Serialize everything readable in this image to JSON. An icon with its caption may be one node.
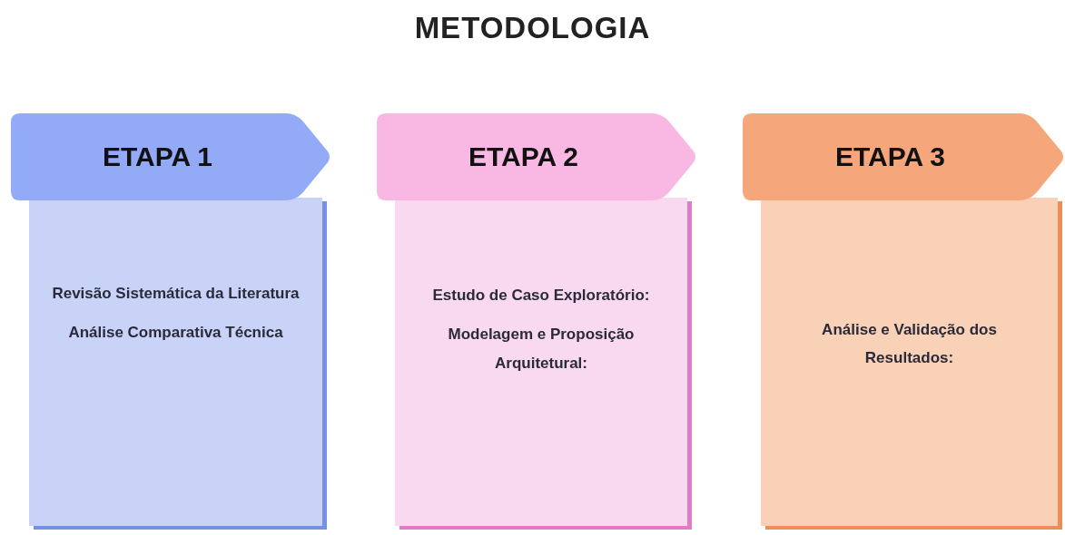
{
  "diagram": {
    "title": "METODOLOGIA",
    "nodes": [
      {
        "text": [
          "ETAPA 1"
        ]
      },
      {
        "text": [
          "Revisão Sistemática da Literatura",
          "Análise Comparativa Técnica"
        ]
      },
      {
        "text": [
          "ETAPA 2"
        ]
      },
      {
        "text": [
          "Estudo de Caso Exploratório:",
          "Modelagem e Proposição Arquitetural:"
        ]
      },
      {
        "text": [
          "ETAPA 3"
        ]
      },
      {
        "text": [
          "Análise e Validação dos Resultados:"
        ]
      }
    ]
  }
}
